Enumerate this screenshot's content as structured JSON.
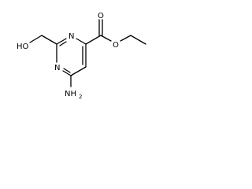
{
  "molecule": {
    "atoms": {
      "hydroxyl": "HO",
      "ring_n_top": "N",
      "ring_n_bottom": "N",
      "ester_o_carbonyl": "O",
      "ester_o_ether": "O",
      "amino_main": "NH",
      "amino_sub": "2"
    },
    "colors": {
      "bonds": "#000000",
      "labels": "#000000",
      "background": "#ffffff"
    }
  }
}
